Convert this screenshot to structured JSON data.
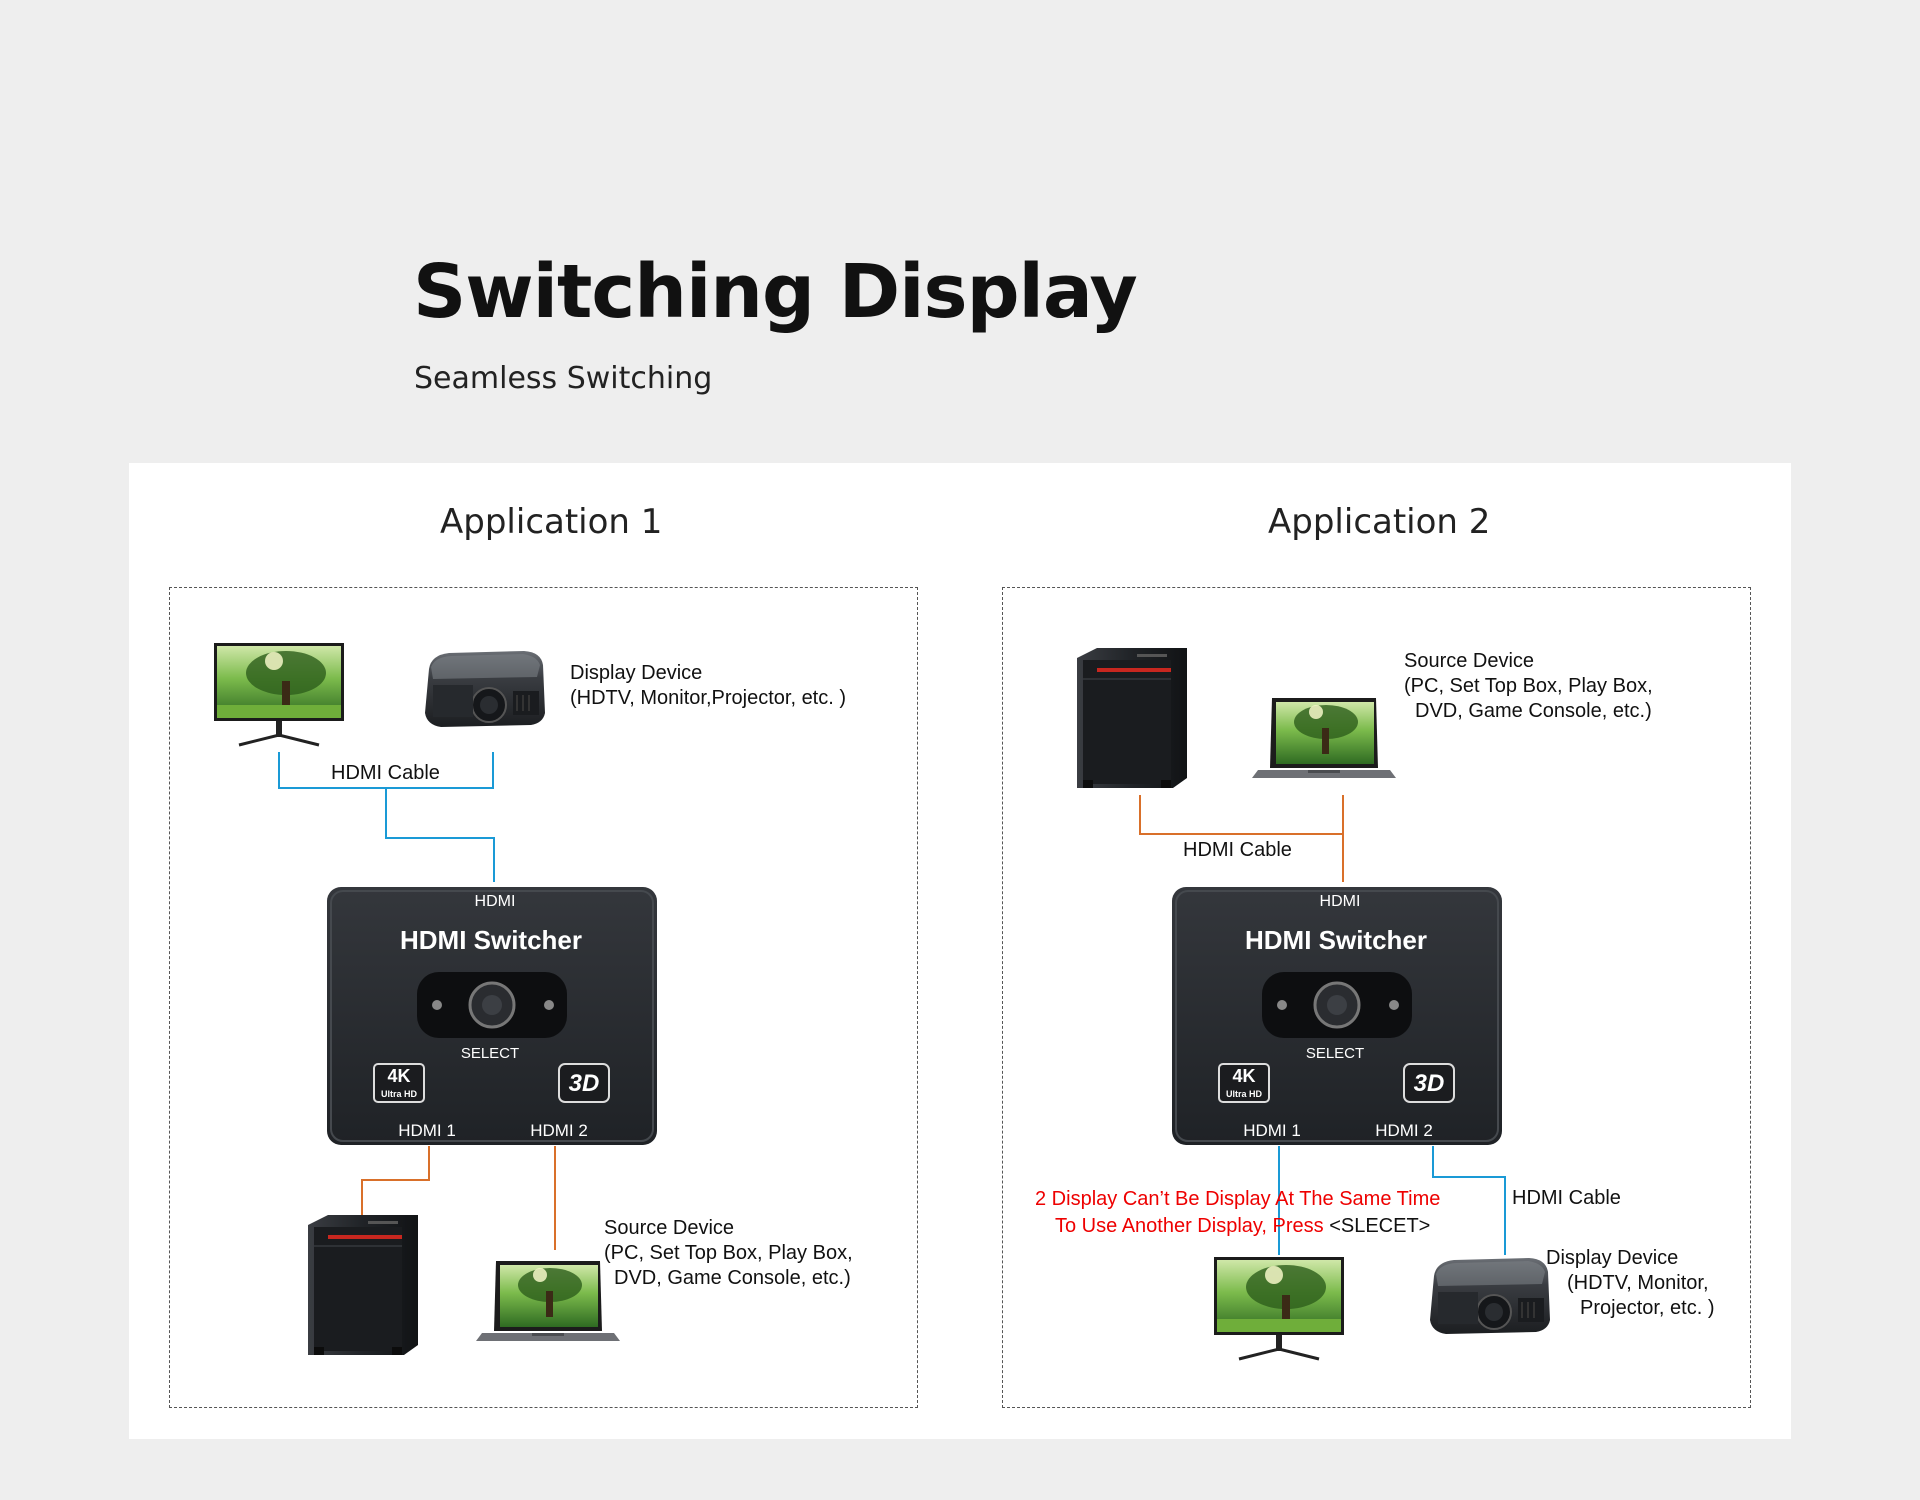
{
  "header": {
    "title": "Switching Display",
    "subtitle": "Seamless Switching"
  },
  "application1": {
    "title": "Application 1",
    "display_device_label": "Display Device",
    "display_device_examples": "(HDTV, Monitor,Projector, etc. )",
    "cable_label": "HDMI Cable",
    "source_device_label": "Source Device",
    "source_device_examples_line1": "(PC, Set Top Box, Play Box,",
    "source_device_examples_line2": "DVD, Game Console, etc.)"
  },
  "application2": {
    "title": "Application 2",
    "source_device_label": "Source Device",
    "source_device_examples_line1": "(PC, Set Top Box, Play Box,",
    "source_device_examples_line2": "DVD, Game Console, etc.)",
    "cable_label_top": "HDMI Cable",
    "cable_label_bottom": "HDMI Cable",
    "warning_line1": "2 Display Can’t Be Display At The Same Time",
    "warning_line2": "To Use Another Display, Press",
    "warning_key": "<SLECET>",
    "display_device_label": "Display Device",
    "display_device_examples_line1": "(HDTV, Monitor,",
    "display_device_examples_line2": "Projector, etc. )"
  },
  "switcher": {
    "port_top": "HDMI",
    "brand": "HDMI Switcher",
    "button_label": "SELECT",
    "badge_4k": "4K",
    "badge_4k_sub": "Ultra HD",
    "badge_3d": "3D",
    "port_1": "HDMI 1",
    "port_2": "HDMI 2"
  },
  "colors": {
    "background": "#eeeeee",
    "panel": "#ffffff",
    "display_cable": "#1a9ad6",
    "source_cable": "#d9702a",
    "warning_text": "#e00000",
    "device_body": "#2b2e33"
  }
}
